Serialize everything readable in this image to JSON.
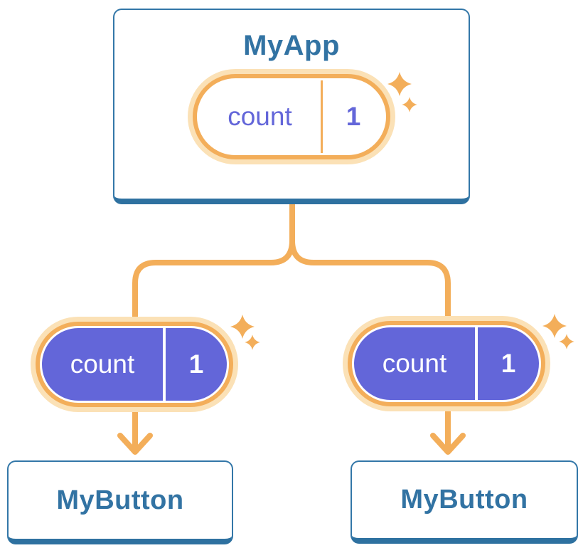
{
  "colors": {
    "background": "#ffffff",
    "orange": "#F3AE5A",
    "orange_glow": "#FBE1B6",
    "purple": "#6366D9",
    "card_border": "#3377A8",
    "card_shadow": "#2E71A0",
    "heading_text": "#3273A3",
    "pill_text_light": "#ffffff"
  },
  "root_card": {
    "title": "MyApp",
    "pill": {
      "label": "count",
      "value": "1"
    }
  },
  "props": [
    {
      "label": "count",
      "value": "1"
    },
    {
      "label": "count",
      "value": "1"
    }
  ],
  "child_cards": [
    {
      "title": "MyButton"
    },
    {
      "title": "MyButton"
    }
  ]
}
